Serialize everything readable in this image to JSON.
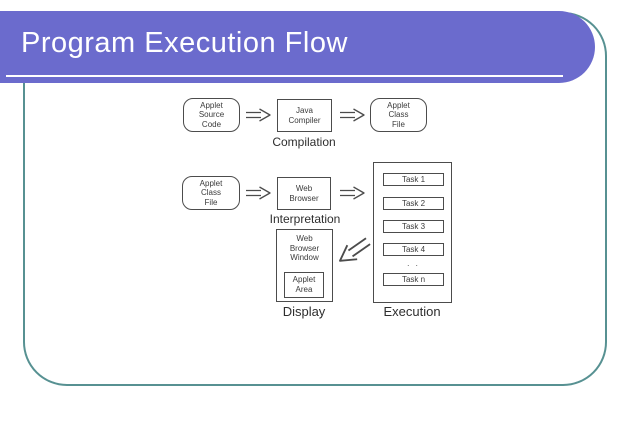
{
  "title": "Program Execution Flow",
  "colors": {
    "banner": "#6b6bcd",
    "frame": "#579192"
  },
  "diagram": {
    "compilation": {
      "source_box": "Applet\nSource\nCode",
      "compiler_box": "Java\nCompiler",
      "output_box": "Applet\nClass\nFile",
      "caption": "Compilation"
    },
    "interpretation": {
      "input_box": "Applet\nClass\nFile",
      "browser_box": "Web\nBrowser",
      "caption": "Interpretation"
    },
    "display": {
      "window_box": "Web\nBrowser\nWindow",
      "applet_area_box": "Applet\nArea",
      "caption": "Display"
    },
    "execution": {
      "tasks": [
        "Task 1",
        "Task 2",
        "Task 3",
        "Task 4"
      ],
      "ellipsis": ". .",
      "last_task": "Task n",
      "caption": "Execution"
    }
  }
}
